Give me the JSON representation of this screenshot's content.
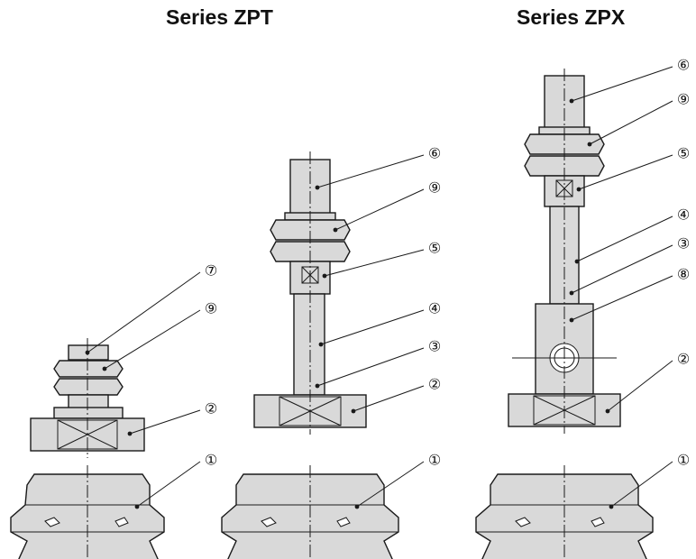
{
  "titles": {
    "zpt": "Series ZPT",
    "zpx": "Series ZPX"
  },
  "callouts": {
    "a1": "⑦",
    "a2": "⑨",
    "a3": "②",
    "a4": "①",
    "b1": "⑥",
    "b2": "⑨",
    "b3": "⑤",
    "b4": "④",
    "b5": "③",
    "b6": "②",
    "b7": "①",
    "c1": "⑥",
    "c2": "⑨",
    "c3": "⑤",
    "c4": "④",
    "c5": "③",
    "c6": "⑧",
    "c7": "②",
    "c8": "①"
  },
  "colors": {
    "fill": "#d9d9d9",
    "stroke": "#1a1a1a",
    "background": "#ffffff"
  }
}
